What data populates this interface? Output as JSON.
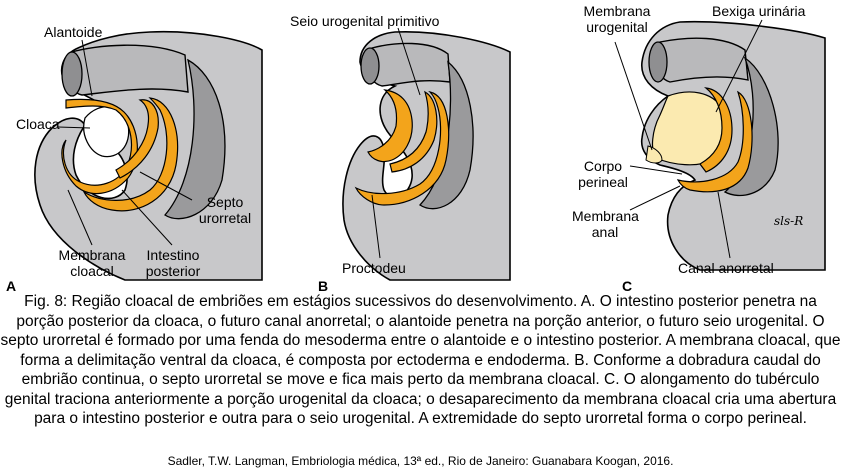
{
  "panels": [
    {
      "letter": "A",
      "labels": {
        "alantoide": "Alantoide",
        "cloaca": "Cloaca",
        "septo_line1": "Septo",
        "septo_line2": "urorretal",
        "membrana_line1": "Membrana",
        "membrana_line2": "cloacal",
        "intestino_line1": "Intestino",
        "intestino_line2": "posterior"
      }
    },
    {
      "letter": "B",
      "labels": {
        "seio": "Seio urogenital primitivo",
        "proctodeu": "Proctodeu"
      }
    },
    {
      "letter": "C",
      "labels": {
        "membrana_uro_line1": "Membrana",
        "membrana_uro_line2": "urogenital",
        "bexiga": "Bexiga urinária",
        "corpo_line1": "Corpo",
        "corpo_line2": "perineal",
        "membrana_anal_line1": "Membrana",
        "membrana_anal_line2": "anal",
        "canal": "Canal anorretal"
      },
      "signature": "sls-R"
    }
  ],
  "colors": {
    "tissue_gray": "#c8c8ca",
    "tissue_dark": "#9a9a9c",
    "orange": "#f3a41b",
    "orange_dark": "#d8880d",
    "pale_yellow": "#fbeab0"
  },
  "caption": "Fig. 8: Região cloacal de embriões em estágios sucessivos do desenvolvimento. A. O intestino posterior penetra na porção posterior da cloaca, o futuro canal anorretal; o alantoide penetra na porção anterior, o futuro seio urogenital. O septo urorretal é formado por uma fenda do mesoderma entre o alantoide e o intestino posterior. A membrana cloacal, que forma a delimitação ventral da cloaca, é composta por ectoderma e endoderma. B. Conforme a dobradura caudal do embrião continua, o septo urorretal se move e fica mais perto da membrana cloacal. C. O alongamento do tubérculo genital traciona anteriormente a porção urogenital da cloaca; o desaparecimento da membrana cloacal cria uma abertura para o intestino posterior e outra para o seio urogenital. A extremidade do septo urorretal forma o corpo perineal.",
  "source": "Sadler, T.W. Langman, Embriologia médica, 13ª ed., Rio de Janeiro: Guanabara Koogan, 2016."
}
